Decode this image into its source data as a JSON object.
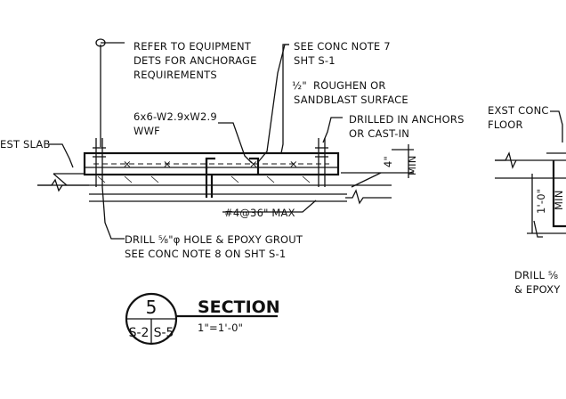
{
  "notes": {
    "refer_line1": "REFER TO EQUIPMENT",
    "refer_line2": "DETS FOR ANCHORAGE",
    "refer_line3": "REQUIREMENTS",
    "see_conc_line1": "SEE CONC NOTE 7",
    "see_conc_line2": "SHT S-1",
    "roughen_fraction": "½\"",
    "roughen_line1": "ROUGHEN OR",
    "roughen_line2": "SANDBLAST SURFACE",
    "wwf_line1": "6x6-W2.9xW2.9",
    "wwf_line2": "WWF",
    "drilled_line1": "DRILLED IN ANCHORS",
    "drilled_line2": "OR CAST-IN",
    "exst_slab": "EST SLAB",
    "rebar": "#4@36\" MAX",
    "drill_line1": "DRILL ⅝\"φ HOLE & EPOXY GROUT",
    "drill_line2": "SEE CONC NOTE 8 ON SHT S-1",
    "dim_min": "MIN",
    "dim_4": "4\"",
    "exst_conc_line1": "EXST CONC",
    "exst_conc_line2": "FLOOR",
    "dim_1_0": "1'-0\"",
    "drill_partial_line1": "DRILL ⅝",
    "drill_partial_line2": "& EPOXY"
  },
  "section": {
    "number": "5",
    "sheet_left": "S-2",
    "sheet_right": "S-5",
    "title": "SECTION",
    "scale": "1\"=1'-0\""
  }
}
